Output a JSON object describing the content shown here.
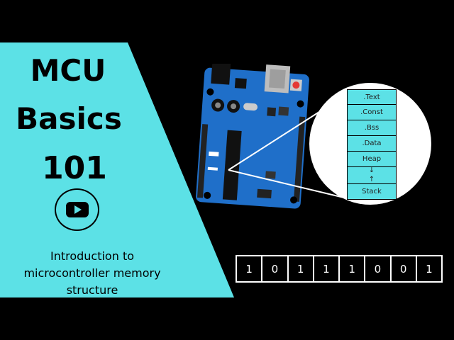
{
  "title": {
    "line1": "MCU",
    "line2": "Basics",
    "line3": "101"
  },
  "subtitle": {
    "line1": "Introduction to",
    "line2": "microcontroller memory",
    "line3": "structure"
  },
  "memory_map": {
    "segments": [
      ".Text",
      ".Const",
      ".Bss",
      ".Data",
      "Heap",
      "",
      "Stack"
    ]
  },
  "bits": [
    "1",
    "0",
    "1",
    "1",
    "1",
    "0",
    "0",
    "1"
  ],
  "icons": {
    "play": "youtube-play-icon",
    "board": "arduino-board-icon"
  },
  "colors": {
    "accent": "#5ce1e6",
    "background": "#000000",
    "board": "#1f6fc9"
  }
}
